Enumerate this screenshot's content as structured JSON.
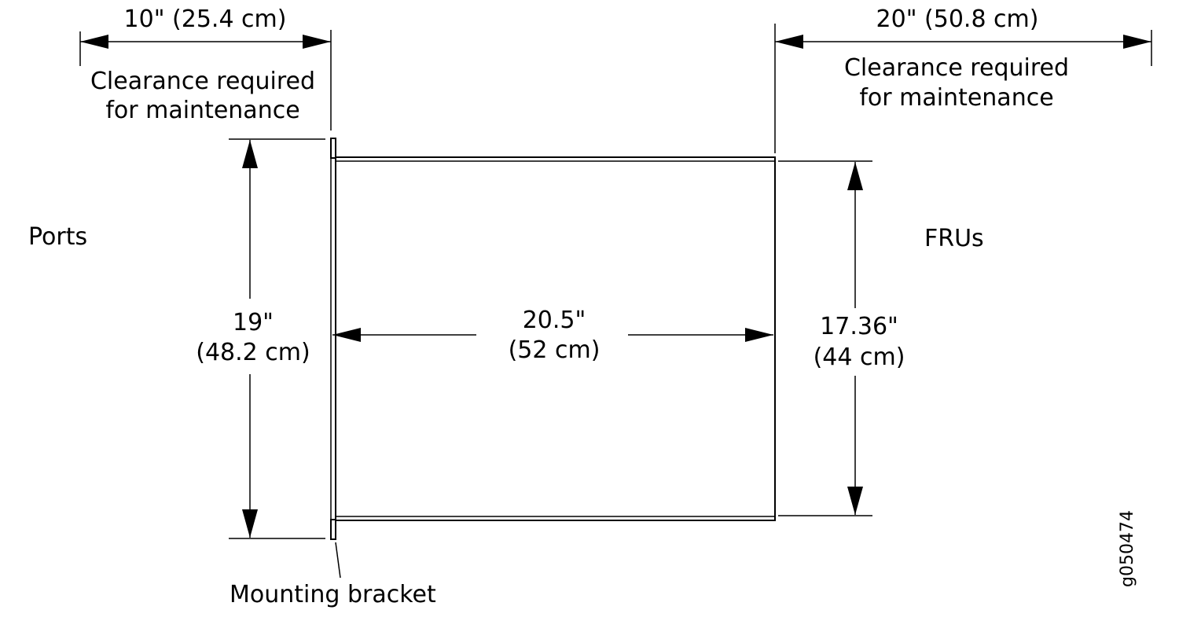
{
  "labels": {
    "front_clearance": {
      "dimension": "10\" (25.4 cm)",
      "line1": "Clearance required",
      "line2": "for maintenance"
    },
    "rear_clearance": {
      "dimension": "20\" (50.8 cm)",
      "line1": "Clearance required",
      "line2": "for maintenance"
    },
    "ports": "Ports",
    "frus": "FRUs",
    "bracket_width": {
      "line1": "19\"",
      "line2": "(48.2 cm)"
    },
    "depth": {
      "line1": "20.5\"",
      "line2": "(52 cm)"
    },
    "chassis_width": {
      "line1": "17.36\"",
      "line2": "(44 cm)"
    },
    "mounting_bracket": "Mounting bracket",
    "figure_id": "g050474"
  },
  "colors": {
    "line": "#000000",
    "background": "#ffffff"
  }
}
